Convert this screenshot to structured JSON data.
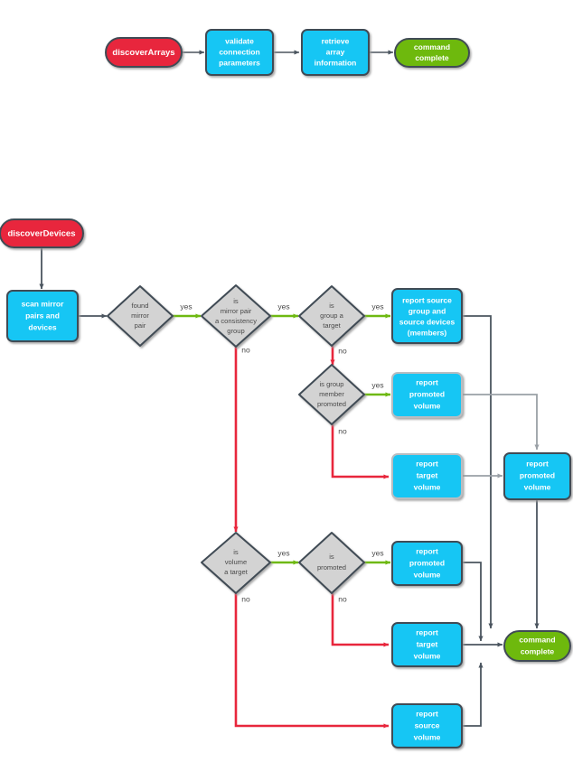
{
  "diagram": {
    "title": "discoverArrays and discoverDevices command flowcharts",
    "colors": {
      "start_red": "#e8263c",
      "process_cyan": "#18c6f4",
      "end_green": "#6eb911",
      "decision_gray": "#d3d3d3",
      "outline_dark": "#414b55",
      "edge_yes_green": "#6eb911",
      "edge_no_red": "#e8263c",
      "edge_plain_dark": "#4b555f",
      "edge_plain_gray": "#9aa0a6",
      "background": "#ffffff"
    },
    "flow_a": {
      "name": "discoverArrays",
      "nodes": [
        {
          "id": "a-start",
          "label": "discoverArrays",
          "shape": "pill",
          "kind": "start"
        },
        {
          "id": "a-validate",
          "label": "validate\nconnection\nparameters",
          "shape": "box",
          "kind": "process"
        },
        {
          "id": "a-retrieve",
          "label": "retrieve\narray\ninformation",
          "shape": "box",
          "kind": "process"
        },
        {
          "id": "a-end",
          "label": "command\ncomplete",
          "shape": "pill",
          "kind": "end"
        }
      ]
    },
    "flow_b": {
      "name": "discoverDevices",
      "nodes": [
        {
          "id": "b-start",
          "label": "discoverDevices",
          "shape": "pill",
          "kind": "start"
        },
        {
          "id": "b-scan",
          "label": "scan mirror\npairs and\ndevices",
          "shape": "box",
          "kind": "process"
        },
        {
          "id": "b-found-pair",
          "label": "found\nmirror\npair",
          "shape": "diamond",
          "kind": "decision"
        },
        {
          "id": "b-consistency",
          "label": "is\nmirror pair\na consistency\ngroup",
          "shape": "diamond",
          "kind": "decision"
        },
        {
          "id": "b-group-target",
          "label": "is\ngroup a\ntarget",
          "shape": "diamond",
          "kind": "decision"
        },
        {
          "id": "b-report-source-group",
          "label": "report source\ngroup and\nsource devices\n(members)",
          "shape": "box",
          "kind": "process"
        },
        {
          "id": "b-group-member-promoted",
          "label": "is group\nmember\npromoted",
          "shape": "diamond",
          "kind": "decision"
        },
        {
          "id": "b-report-promoted-1",
          "label": "report\npromoted\nvolume",
          "shape": "box",
          "kind": "process"
        },
        {
          "id": "b-report-target-1",
          "label": "report\ntarget\nvolume",
          "shape": "box",
          "kind": "process"
        },
        {
          "id": "b-report-promoted-right",
          "label": "report\npromoted\nvolume",
          "shape": "box",
          "kind": "process"
        },
        {
          "id": "b-volume-target",
          "label": "is\nvolume\na target",
          "shape": "diamond",
          "kind": "decision"
        },
        {
          "id": "b-promoted",
          "label": "is\npromoted",
          "shape": "diamond",
          "kind": "decision"
        },
        {
          "id": "b-report-promoted-2",
          "label": "report\npromoted\nvolume",
          "shape": "box",
          "kind": "process"
        },
        {
          "id": "b-report-target-2",
          "label": "report\ntarget\nvolume",
          "shape": "box",
          "kind": "process"
        },
        {
          "id": "b-report-source-volume",
          "label": "report\nsource\nvolume",
          "shape": "box",
          "kind": "process"
        },
        {
          "id": "b-end",
          "label": "command\ncomplete",
          "shape": "pill",
          "kind": "end"
        }
      ],
      "edge_labels": {
        "found_pair_yes": "yes",
        "consistency_yes": "yes",
        "consistency_no": "no",
        "group_target_yes": "yes",
        "group_target_no": "no",
        "group_member_promoted_yes": "yes",
        "group_member_promoted_no": "no",
        "volume_target_yes": "yes",
        "volume_target_no": "no",
        "promoted_yes": "yes",
        "promoted_no": "no"
      }
    },
    "text": {
      "a_start": "discoverArrays",
      "a_validate_1": "validate",
      "a_validate_2": "connection",
      "a_validate_3": "parameters",
      "a_retrieve_1": "retrieve",
      "a_retrieve_2": "array",
      "a_retrieve_3": "information",
      "a_end_1": "command",
      "a_end_2": "complete",
      "b_start": "discoverDevices",
      "b_scan_1": "scan mirror",
      "b_scan_2": "pairs and",
      "b_scan_3": "devices",
      "b_found_1": "found",
      "b_found_2": "mirror",
      "b_found_3": "pair",
      "b_cons_1": "is",
      "b_cons_2": "mirror pair",
      "b_cons_3": "a consistency",
      "b_cons_4": "group",
      "b_gt_1": "is",
      "b_gt_2": "group a",
      "b_gt_3": "target",
      "b_rsg_1": "report source",
      "b_rsg_2": "group and",
      "b_rsg_3": "source devices",
      "b_rsg_4": "(members)",
      "b_gmp_1": "is group",
      "b_gmp_2": "member",
      "b_gmp_3": "promoted",
      "b_rp1_1": "report",
      "b_rp1_2": "promoted",
      "b_rp1_3": "volume",
      "b_rt1_1": "report",
      "b_rt1_2": "target",
      "b_rt1_3": "volume",
      "b_rpr_1": "report",
      "b_rpr_2": "promoted",
      "b_rpr_3": "volume",
      "b_vt_1": "is",
      "b_vt_2": "volume",
      "b_vt_3": "a target",
      "b_pr_1": "is",
      "b_pr_2": "promoted",
      "b_rp2_1": "report",
      "b_rp2_2": "promoted",
      "b_rp2_3": "volume",
      "b_rt2_1": "report",
      "b_rt2_2": "target",
      "b_rt2_3": "volume",
      "b_rsv_1": "report",
      "b_rsv_2": "source",
      "b_rsv_3": "volume",
      "b_end_1": "command",
      "b_end_2": "complete",
      "yes": "yes",
      "no": "no"
    }
  }
}
